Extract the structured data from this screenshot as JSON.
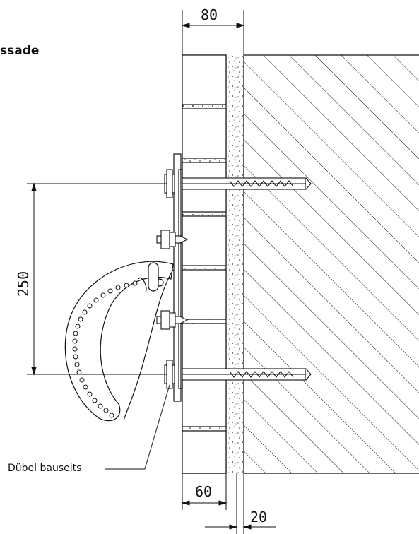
{
  "title": "ssade",
  "dimensions": {
    "wall_cladding_width": "80",
    "vertical_spacing": "250",
    "insulation_gap": "60",
    "air_gap": "20"
  },
  "labels": {
    "anchor_note": "Dübel bauseits"
  },
  "colors": {
    "line": "#111111",
    "background": "#ffffff"
  }
}
